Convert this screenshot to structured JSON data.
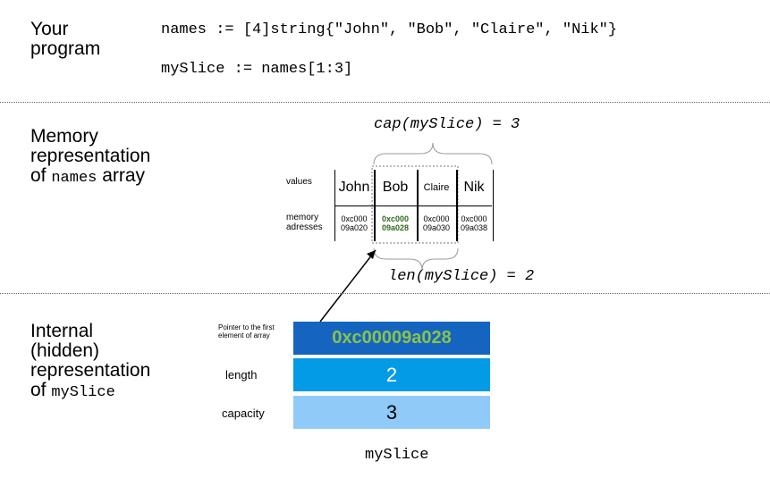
{
  "program": {
    "label_line1": "Your",
    "label_line2": "program",
    "code_line1": "names := [4]string{\"John\", \"Bob\", \"Claire\", \"Nik\"}",
    "code_line2": "mySlice := names[1:3]"
  },
  "memory": {
    "label_line1": "Memory",
    "label_line2": "representation",
    "label_prefix": "of ",
    "label_code": "names",
    "label_suffix": " array",
    "cap_annotation": "cap(mySlice) = 3",
    "len_annotation": "len(mySlice) = 2",
    "values_label": "values",
    "addresses_label_line1": "memory",
    "addresses_label_line2": "adresses",
    "cells": [
      {
        "value": "John",
        "address": "0xc000\n09a020"
      },
      {
        "value": "Bob",
        "address": "0xc000\n09a028"
      },
      {
        "value": "Claire",
        "address": "0xc000\n09a030"
      },
      {
        "value": "Nik",
        "address": "0xc000\n09a038"
      }
    ]
  },
  "internal": {
    "label_line1": "Internal",
    "label_line2": "(hidden)",
    "label_line3": "representation",
    "label_prefix": "of ",
    "label_code": "mySlice",
    "pointer_label": "Pointer to the first element of array",
    "pointer_value": "0xc00009a028",
    "length_label": "length",
    "length_value": "2",
    "capacity_label": "capacity",
    "capacity_value": "3",
    "struct_name": "mySlice"
  },
  "colors": {
    "pointer_bg": "#1565c0",
    "pointer_text": "#8bc34a",
    "length_bg": "#039be5",
    "capacity_bg": "#90caf9",
    "highlight_text": "#33691e"
  }
}
